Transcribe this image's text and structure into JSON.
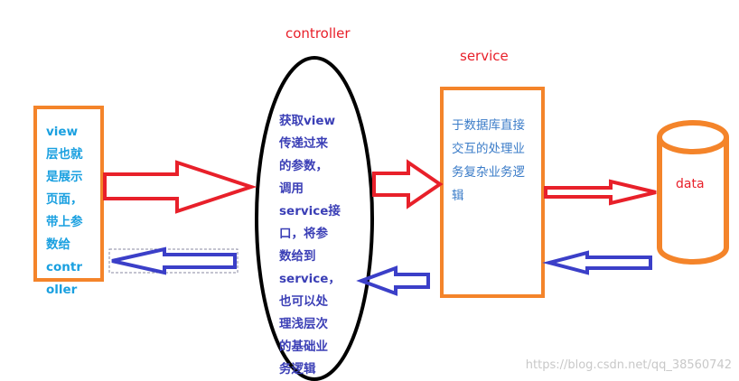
{
  "labels": {
    "controller": "controller",
    "service": "service",
    "data": "data"
  },
  "view_box": {
    "lines": [
      "view",
      "层也就",
      "是展示",
      "页面，",
      "带上参",
      "数给",
      "contr",
      "oller"
    ]
  },
  "controller_box": {
    "lines": [
      "获取view",
      "传递过来",
      "的参数，",
      "调用",
      "service接",
      "口，将参",
      "数给到",
      "service，",
      "也可以处",
      "理浅层次",
      "的基础业",
      "务逻辑"
    ]
  },
  "service_box": {
    "lines": [
      "于数据库直接",
      "交互的处理业",
      "务复杂业务逻",
      "辑"
    ]
  },
  "watermark": "https://blog.csdn.net/qq_38560742",
  "colors": {
    "orange": "#f4842a",
    "red_arrow": "#e8202a",
    "blue_arrow": "#3b3fc8",
    "black": "#000000"
  }
}
